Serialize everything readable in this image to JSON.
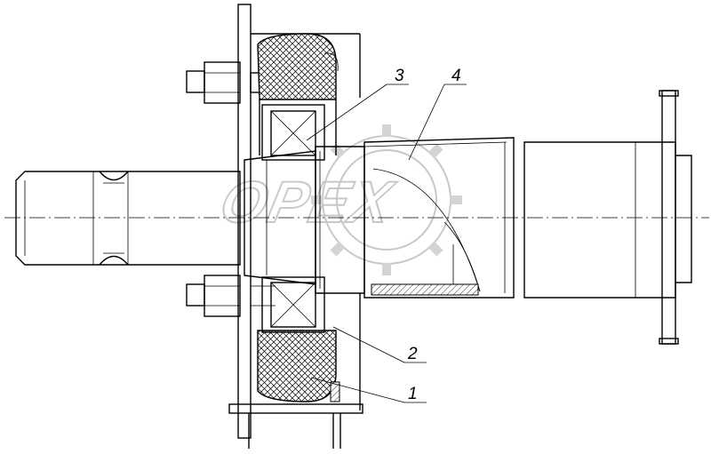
{
  "drawing": {
    "watermark_text": "OPEX",
    "callouts": [
      {
        "id": "1",
        "label": "1"
      },
      {
        "id": "2",
        "label": "2"
      },
      {
        "id": "3",
        "label": "3"
      },
      {
        "id": "4",
        "label": "4"
      }
    ]
  }
}
